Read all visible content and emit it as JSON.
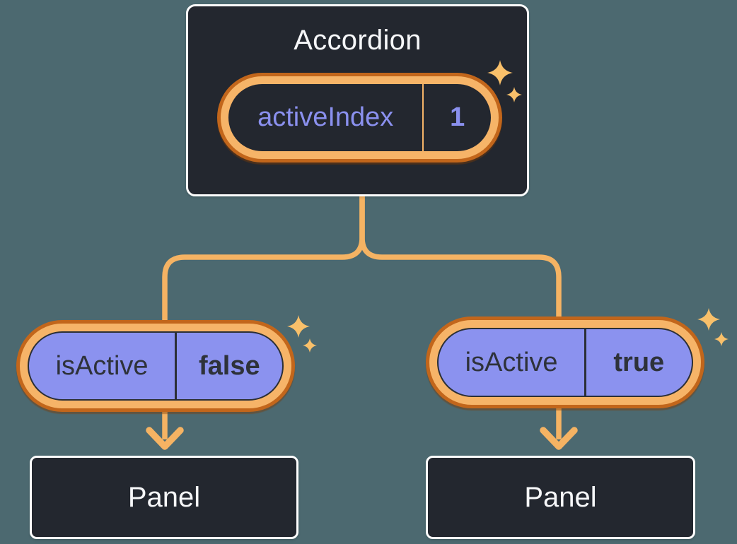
{
  "diagram": {
    "root": {
      "title": "Accordion",
      "prop": {
        "name": "activeIndex",
        "value": "1"
      }
    },
    "children": [
      {
        "prop": {
          "name": "isActive",
          "value": "false"
        },
        "panel": {
          "title": "Panel"
        }
      },
      {
        "prop": {
          "name": "isActive",
          "value": "true"
        },
        "panel": {
          "title": "Panel"
        }
      }
    ],
    "icons": {
      "sparkle": "4-point-star",
      "arrow": "chevron-down"
    },
    "colors": {
      "background": "#4C6970",
      "node_bg": "#23272F",
      "node_border": "#FFFFFF",
      "node_text": "#F6F7F9",
      "pill_fill_purple": "#8B92EF",
      "pill_text_dark": "#2E323A",
      "pill_text_purple": "#8A90EE",
      "ring_orange_light": "#F6B468",
      "ring_orange_dark": "#C2661B",
      "connector_orange": "#F5B363",
      "sparkle_orange": "#F9C06A"
    }
  }
}
